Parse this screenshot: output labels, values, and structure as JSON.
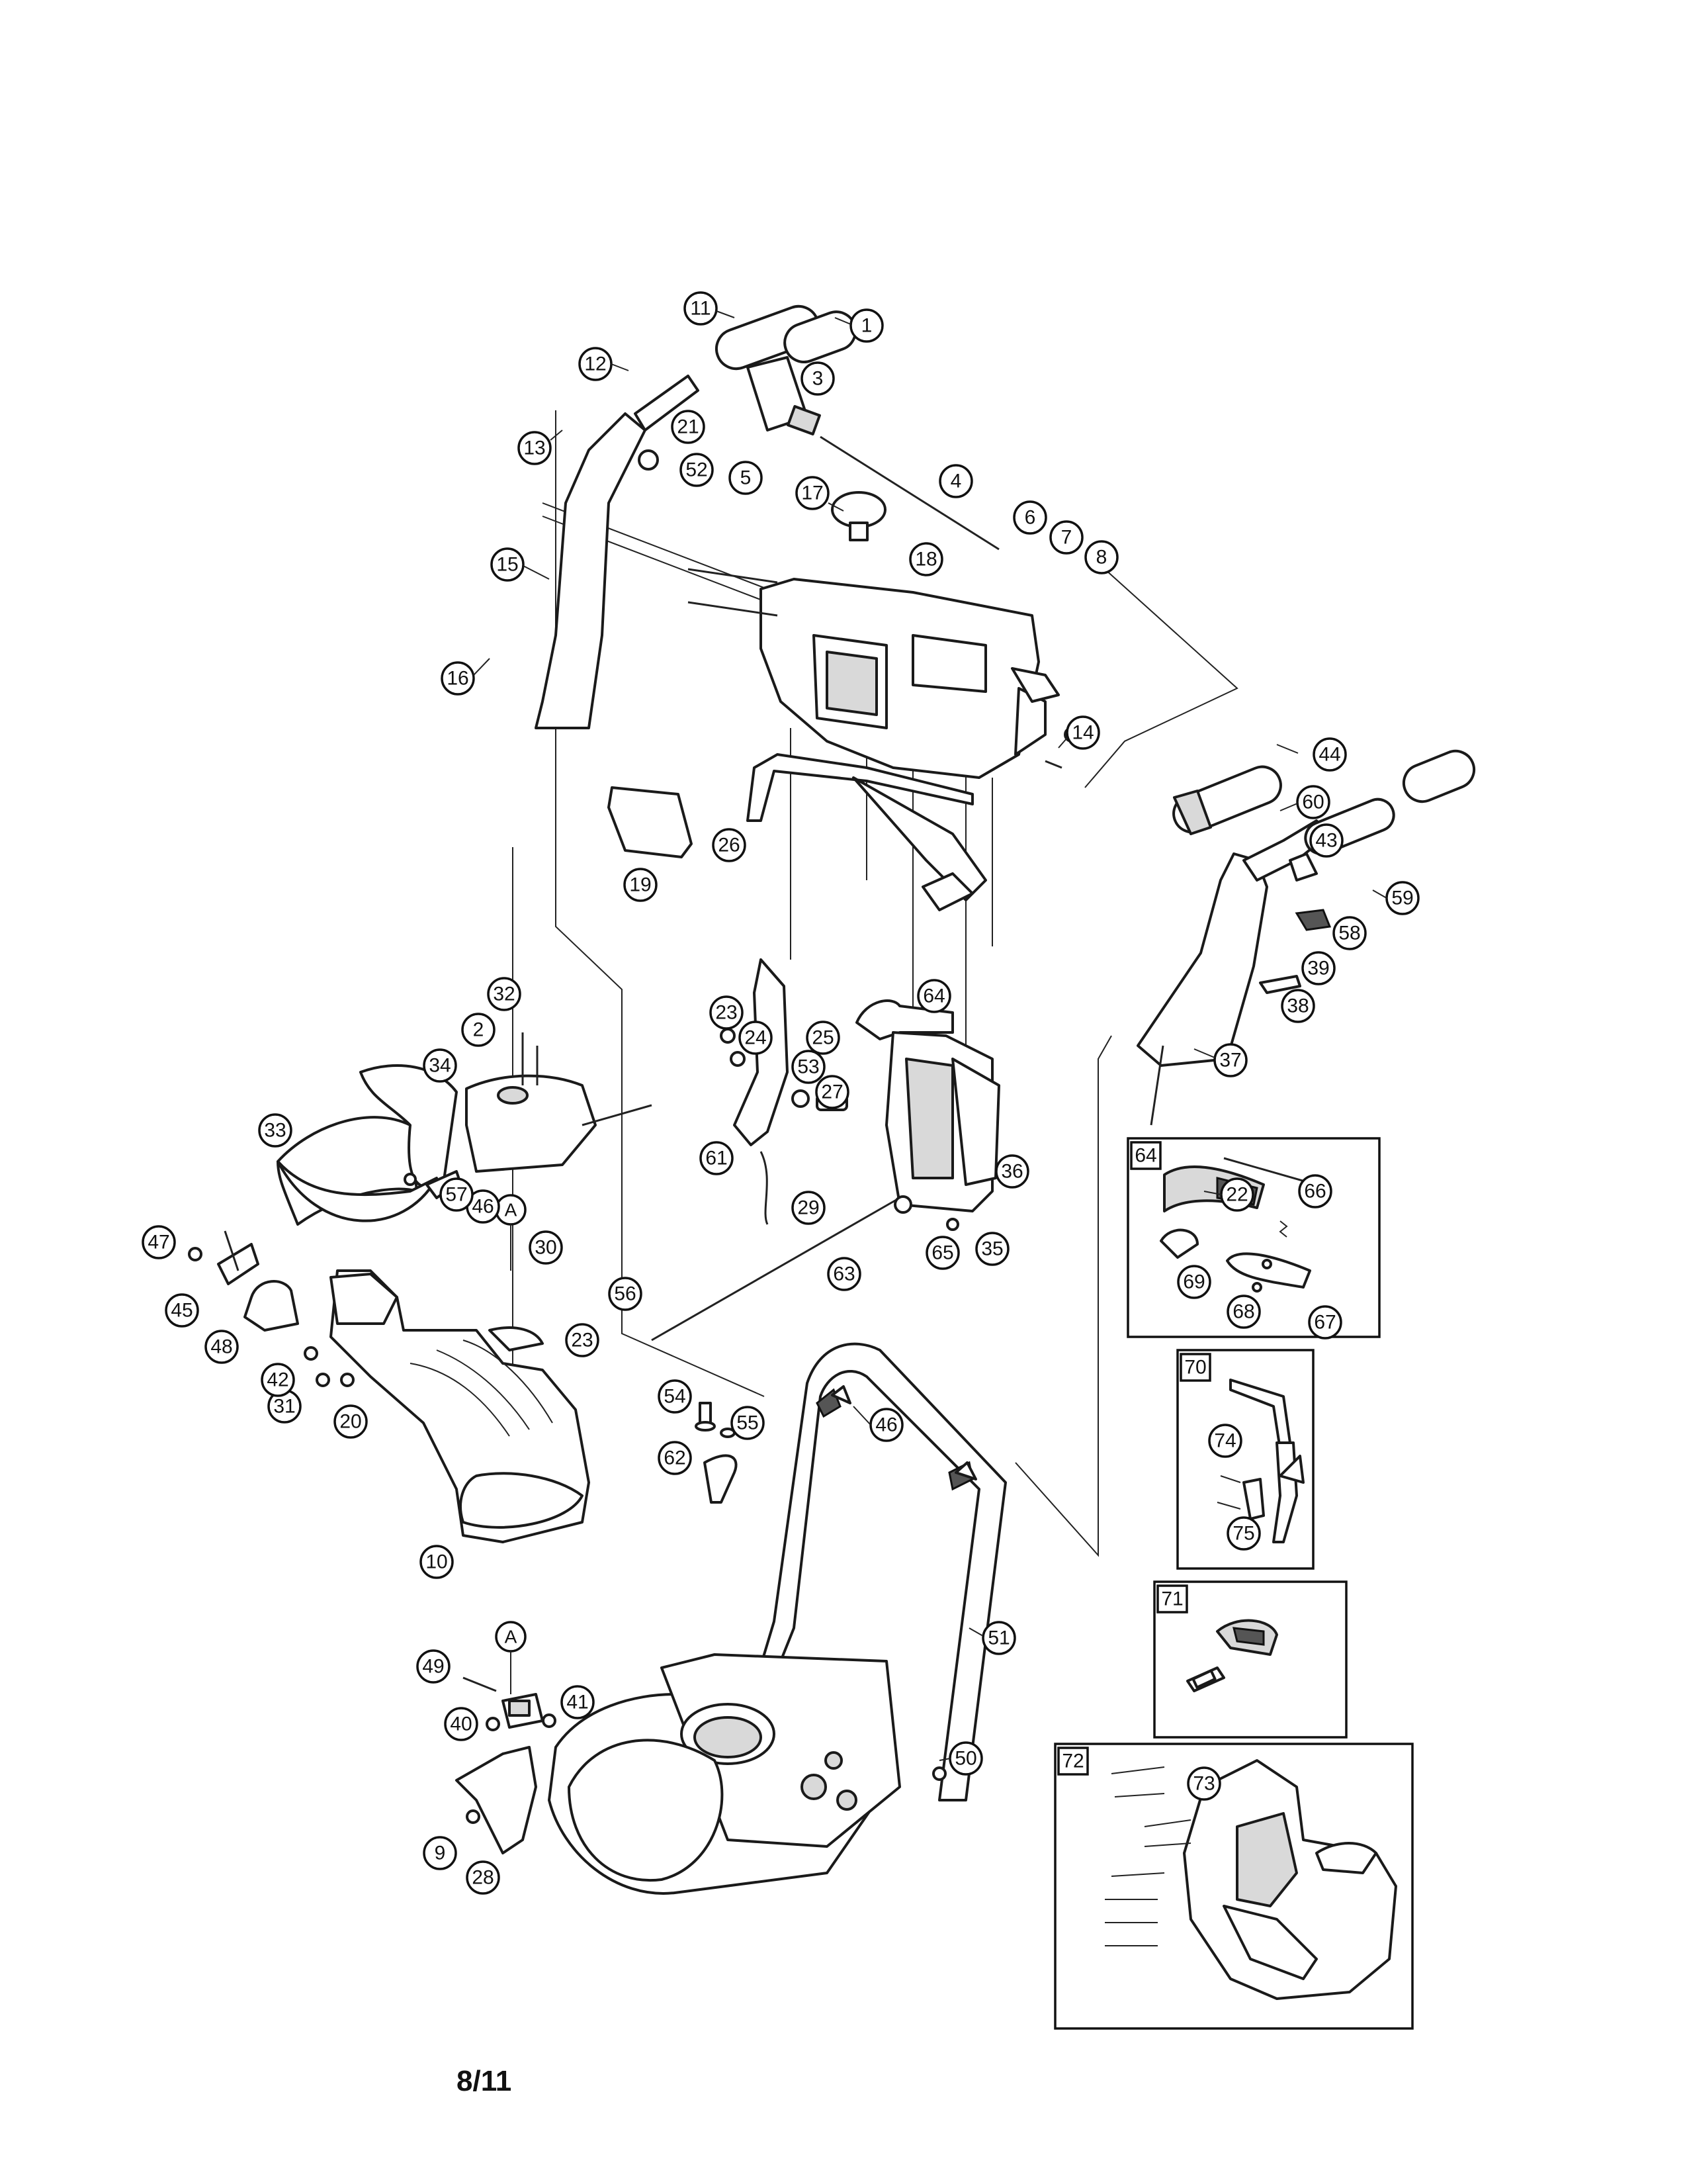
{
  "page_number": "8/11",
  "callouts": [
    "1",
    "2",
    "3",
    "4",
    "5",
    "6",
    "7",
    "8",
    "9",
    "10",
    "11",
    "12",
    "13",
    "14",
    "15",
    "16",
    "17",
    "18",
    "19",
    "20",
    "21",
    "22",
    "23",
    "23",
    "24",
    "25",
    "26",
    "27",
    "28",
    "29",
    "30",
    "31",
    "32",
    "33",
    "34",
    "35",
    "36",
    "37",
    "38",
    "39",
    "40",
    "41",
    "42",
    "43",
    "44",
    "45",
    "46",
    "46",
    "47",
    "48",
    "49",
    "50",
    "51",
    "52",
    "53",
    "54",
    "55",
    "56",
    "57",
    "58",
    "59",
    "60",
    "61",
    "62",
    "63",
    "64",
    "65",
    "66",
    "67",
    "68",
    "69",
    "73",
    "74",
    "75"
  ],
  "detail_boxes": [
    "64",
    "70",
    "71",
    "72"
  ],
  "reference_marks": [
    "A",
    "A"
  ]
}
